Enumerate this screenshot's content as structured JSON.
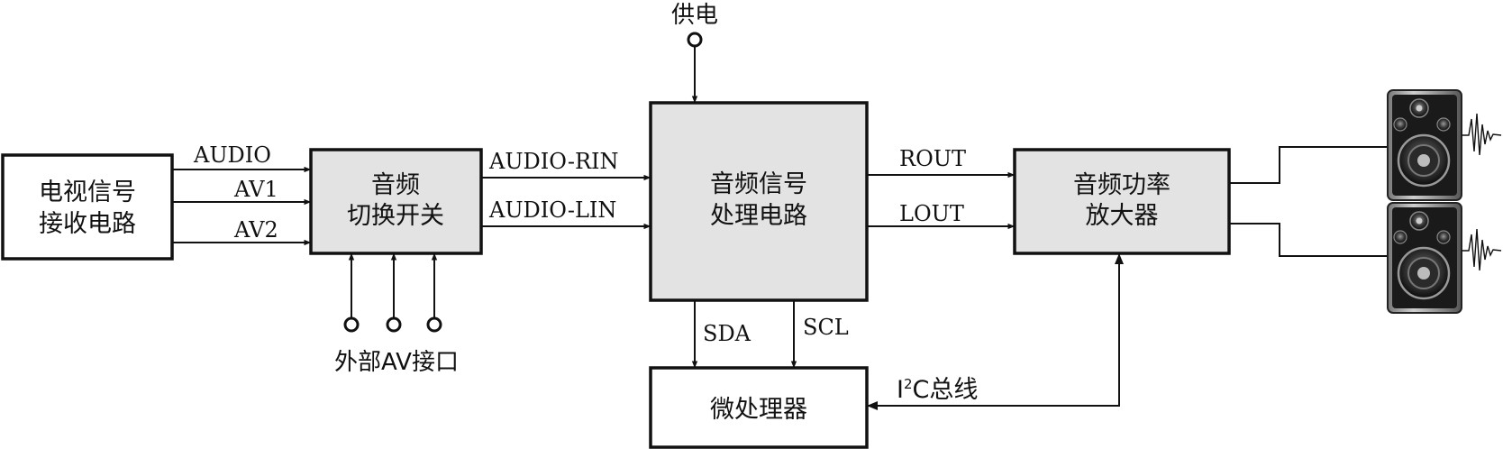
{
  "blocks": {
    "tv_receiver": [
      "电视信号",
      "接收电路"
    ],
    "audio_switch": [
      "音频",
      "切换开关"
    ],
    "audio_processor": [
      "音频信号",
      "处理电路"
    ],
    "power_amp": [
      "音频功率",
      "放大器"
    ],
    "microprocessor": "微处理器"
  },
  "signals": {
    "audio": "AUDIO",
    "av1": "AV1",
    "av2": "AV2",
    "audio_rin": "AUDIO-RIN",
    "audio_lin": "AUDIO-LIN",
    "rout": "ROUT",
    "lout": "LOUT",
    "sda": "SDA",
    "scl": "SCL",
    "power": "供电",
    "external_av": "外部AV接口",
    "i2c_prefix": "I",
    "i2c_sup": "2",
    "i2c_suffix": "C总线"
  },
  "icons": {
    "speakers": [
      "speaker-icon",
      "speaker-icon"
    ],
    "sound_waves": [
      "sound-wave-icon",
      "sound-wave-icon"
    ]
  }
}
